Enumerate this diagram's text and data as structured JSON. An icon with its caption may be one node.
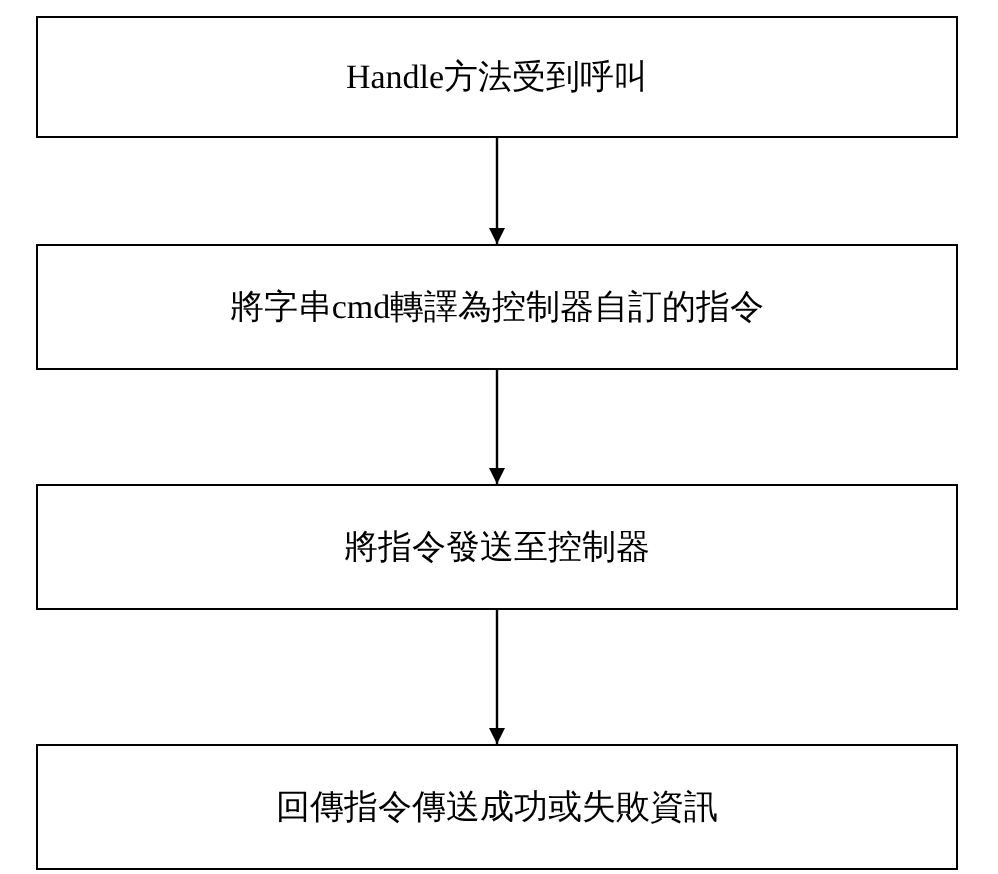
{
  "diagram": {
    "nodes": [
      {
        "text": [
          "Handle方法受到呼叫"
        ]
      },
      {
        "text": [
          "將字串cmd轉譯為控制器自訂的指令"
        ]
      },
      {
        "text": [
          "將指令發送至控制器"
        ]
      },
      {
        "text": [
          "回傳指令傳送成功或失敗資訊"
        ]
      }
    ],
    "edges": [
      {
        "from": 0,
        "to": 1,
        "arrow": "to"
      },
      {
        "from": 1,
        "to": 2,
        "arrow": "to"
      },
      {
        "from": 2,
        "to": 3,
        "arrow": "to"
      }
    ]
  }
}
